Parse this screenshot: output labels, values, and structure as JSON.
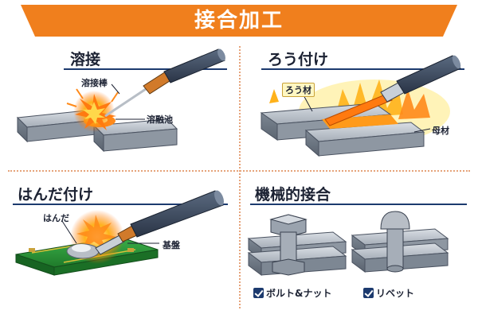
{
  "header": {
    "title": "接合加工",
    "color": "#f07f1d"
  },
  "sections": {
    "welding": {
      "title": "溶接",
      "labels": {
        "rod": "溶接棒",
        "pool": "溶融池"
      }
    },
    "brazing": {
      "title": "ろう付け",
      "labels": {
        "filler": "ろう材",
        "base": "母材"
      }
    },
    "soldering": {
      "title": "はんだ付け",
      "labels": {
        "solder": "はんだ",
        "board": "基盤"
      }
    },
    "mechanical": {
      "title": "機械的接合",
      "items": [
        "ボルト&ナット",
        "リベット"
      ]
    }
  },
  "colors": {
    "accent": "#f07f1d",
    "metal": "#9aa3ae",
    "board": "#2e9a3a",
    "flame": "#ff9a1a",
    "navy": "#1c3a6e"
  }
}
